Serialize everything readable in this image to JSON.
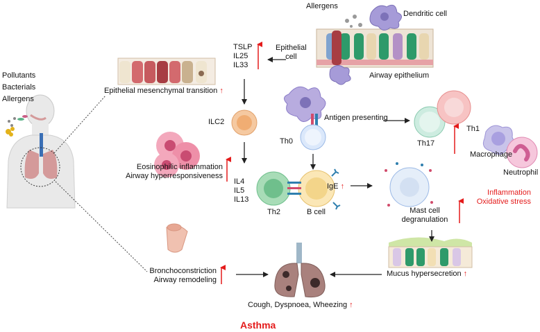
{
  "left_panel": {
    "pollutants": "Pollutants",
    "bacterials": "Bacterials",
    "allergens": "Allergens"
  },
  "top": {
    "allergens": "Allergens",
    "dendritic_cell": "Dendritic cell",
    "epithelial_cell_1": "Epithelial",
    "epithelial_cell_2": "cell",
    "airway_epithelium": "Airway epithelium"
  },
  "cytokines_top": [
    "TSLP",
    "IL25",
    "IL33"
  ],
  "emt": "Epithelial mesenchymal transition",
  "ilc2": "ILC2",
  "th0": "Th0",
  "antigen_presenting": "Antigen presenting",
  "th1": "Th1",
  "th17": "Th17",
  "macrophage": "Macrophage",
  "neutrophil": "Neutrophil",
  "eos_1": "Eosinophilic inflammation",
  "eos_2": "Airway hyperresponsiveness",
  "cytokines_mid": [
    "IL4",
    "IL5",
    "IL13"
  ],
  "th2": "Th2",
  "bcell": "B cell",
  "ige": "IgE",
  "mast_1": "Mast cell",
  "mast_2": "degranulation",
  "infl_1": "Inflammation",
  "infl_2": "Oxidative stress",
  "broncho_1": "Bronchoconstriction",
  "broncho_2": "Airway remodeling",
  "mucus": "Mucus hypersecretion",
  "symptoms": "Cough, Dyspnoea, Wheezing",
  "title": "Asthma",
  "up_arrow": "↑",
  "colors": {
    "red": "#e41b1b",
    "epithelium_green": "#2e9a6a",
    "lung": "#a9817d",
    "eos_pink": "#ee8fa8",
    "th2_green": "#6fbf8c",
    "bcell_yellow": "#f3d58a"
  }
}
